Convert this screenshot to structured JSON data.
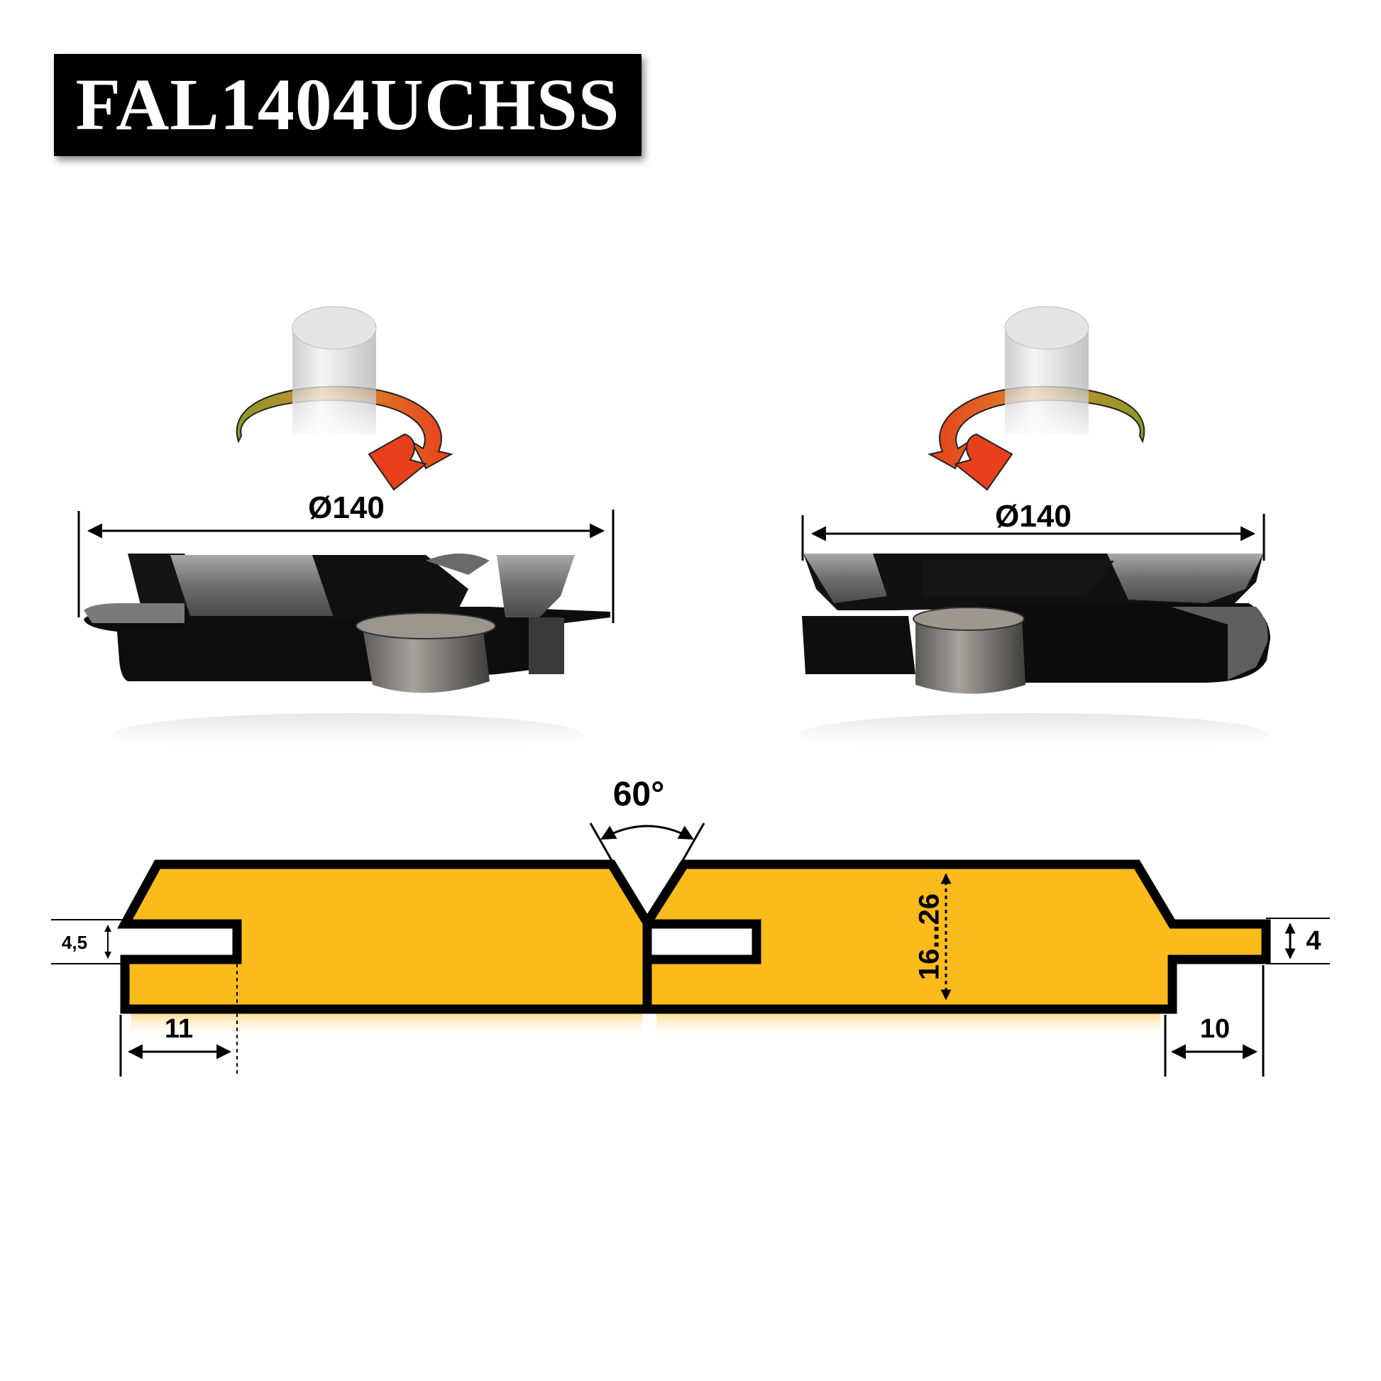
{
  "title": "FAL1404UCHSS",
  "cutters": [
    {
      "diameter_label": "Ø140",
      "rotation": "counterclockwise"
    },
    {
      "diameter_label": "Ø140",
      "rotation": "clockwise"
    }
  ],
  "profile": {
    "angle_label": "60°",
    "thickness_label": "16...26",
    "groove_height_label": "4,5",
    "groove_depth_label": "11",
    "tongue_height_label": "4",
    "tongue_length_label": "10"
  },
  "colors": {
    "board_fill": "#fbbb1b",
    "outline": "#000000",
    "arrow_hot": "#e8401c",
    "arrow_cool": "#8a9a2a",
    "steel": "#8c8c8c"
  }
}
